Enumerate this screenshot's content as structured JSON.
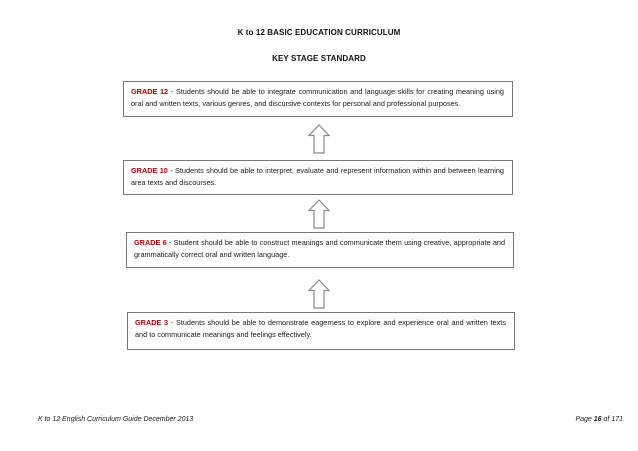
{
  "page": {
    "title": "K to 12 BASIC EDUCATION CURRICULUM",
    "subtitle": "KEY STAGE STANDARD"
  },
  "separator": " - ",
  "boxes": [
    {
      "grade": "GRADE 12",
      "text": "Students should be able to integrate communication and language skills for creating meaning using oral and written texts, various genres, and discursive contexts for personal and professional purposes."
    },
    {
      "grade": "GRADE 10",
      "text": "Students should be able to interpret, evaluate and represent information within and between learning area texts and discourses."
    },
    {
      "grade": "GRADE 6",
      "text": "Student should be able to construct meanings and communicate them using creative, appropriate and grammatically correct oral and written language."
    },
    {
      "grade": "GRADE 3",
      "text": "Students should be able to demonstrate eagerness to explore and experience oral and written texts and to communicate meanings and feelings effectively."
    }
  ],
  "footer": {
    "left": "K to 12 English Curriculum Guide December 2013",
    "page_label": "Page",
    "page_number": "16",
    "page_suffix": "of 171"
  },
  "colors": {
    "grade_label": "#C00000",
    "body_text": "#1a1a1a",
    "box_border": "#767676",
    "arrow_outline": "#8a8a8a"
  }
}
